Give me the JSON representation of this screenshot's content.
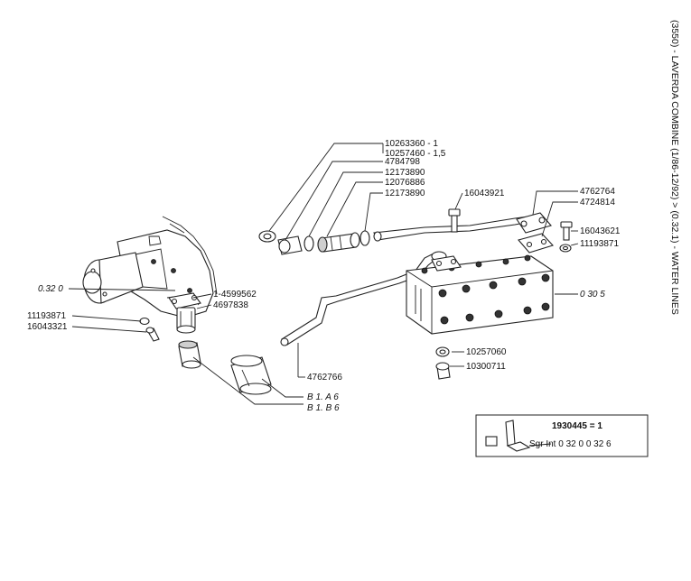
{
  "title": "(3550) - LAVERDA COMBINE (1/86-12/92) > (0.32.1) - WATER LINES",
  "labels": {
    "l10263360": "10263360 - 1",
    "l10257460": "10257460 - 1,5",
    "l4784798": "4784798",
    "l12173890a": "12173890",
    "l12076886": "12076886",
    "l12173890b": "12173890",
    "l16043921": "16043921",
    "l4762764": "4762764",
    "l4724814": "4724814",
    "l16043621": "16043621",
    "l11193871r": "11193871",
    "l0305": "0 30 5",
    "l0320": "0.32 0",
    "l1_4599562": "1-4599562",
    "l4697838": "4697838",
    "l11193871l": "11193871",
    "l16043321": "16043321",
    "l10257060": "10257060",
    "l10300711": "10300711",
    "l4762766": "4762766",
    "lB1A6": "B 1. A 6",
    "lB1B6": "B 1. B 6"
  },
  "inset": {
    "part": "1930445 = 1",
    "ref": "Sgr  Int  0 32 0 0 32 6"
  }
}
